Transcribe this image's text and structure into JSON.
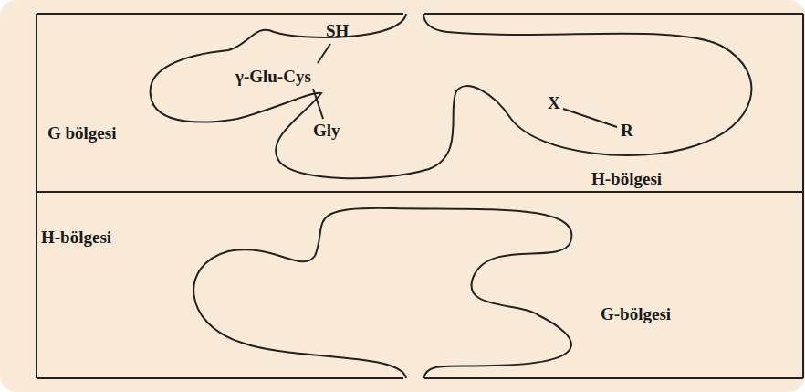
{
  "diagram": {
    "labels": [
      "SH",
      "γ-Glu-Cys",
      "Gly",
      "X",
      "R",
      "G bölgesi",
      "H-bölgesi",
      "H-bölgesi",
      "G-bölgesi"
    ]
  }
}
